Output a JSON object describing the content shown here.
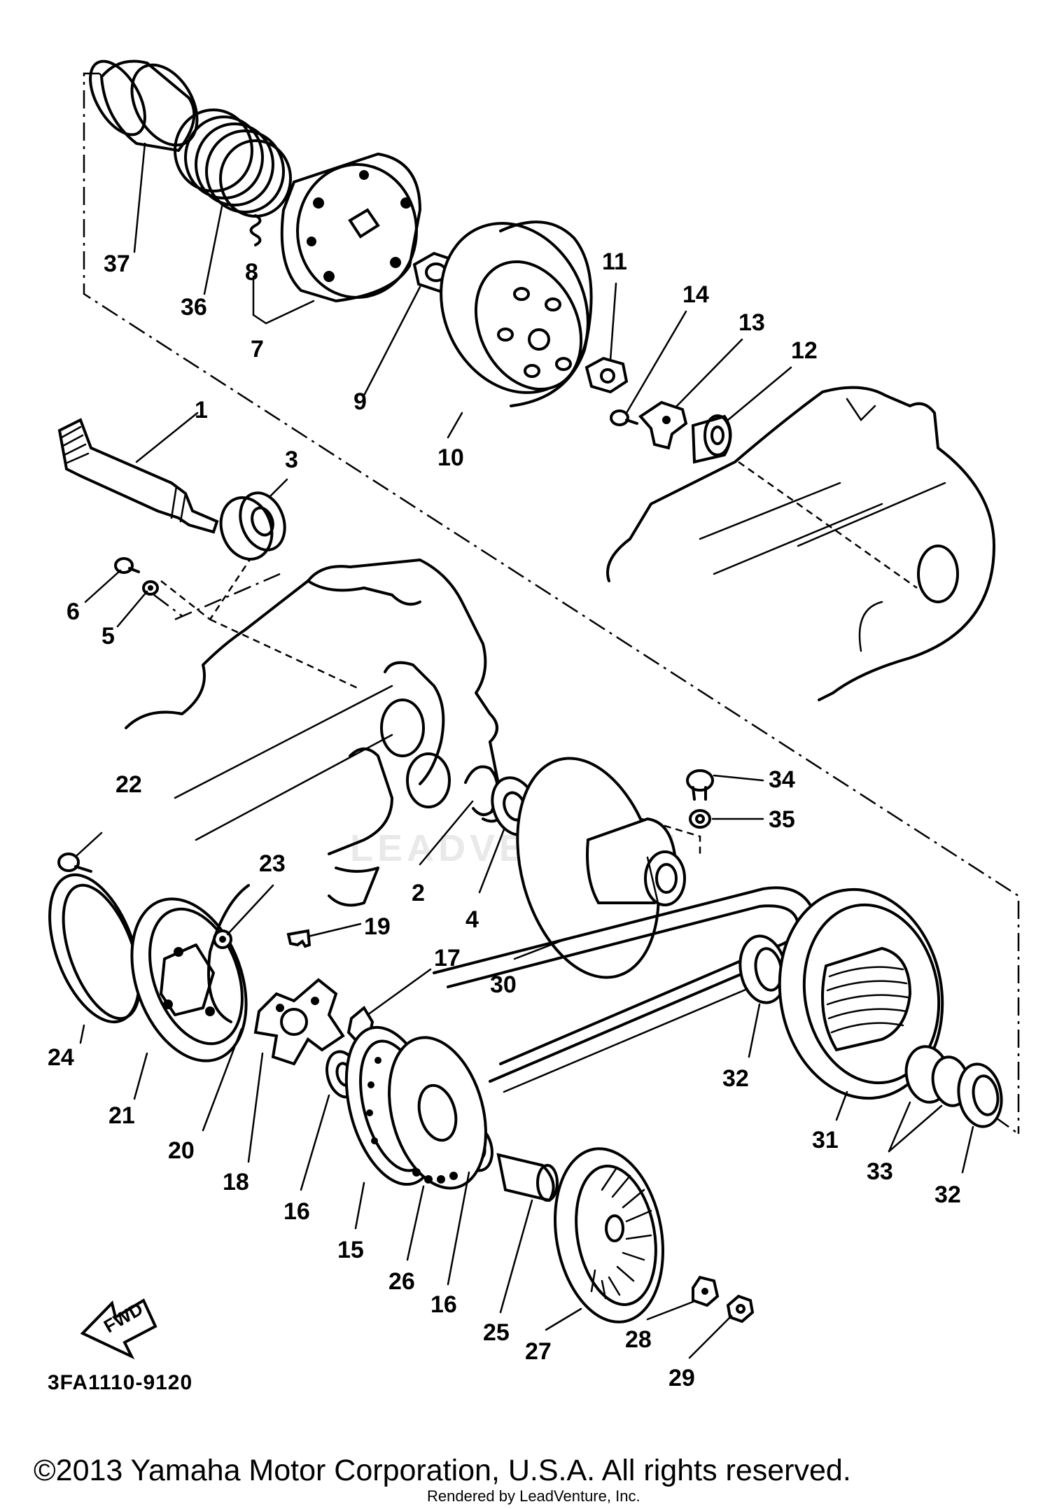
{
  "diagram_code": "3FA1110-9120",
  "copyright": "©2013 Yamaha Motor Corporation, U.S.A. All rights reserved.",
  "rendered_by": "Rendered by LeadVenture, Inc.",
  "watermark": "LEADVENTURE",
  "fwd_label": "FWD",
  "callouts": {
    "c1": "1",
    "c2": "2",
    "c3": "3",
    "c4": "4",
    "c5": "5",
    "c6": "6",
    "c7": "7",
    "c8": "8",
    "c9": "9",
    "c10": "10",
    "c11": "11",
    "c12": "12",
    "c13": "13",
    "c14": "14",
    "c15": "15",
    "c16a": "16",
    "c16b": "16",
    "c17": "17",
    "c18": "18",
    "c19": "19",
    "c20": "20",
    "c21": "21",
    "c22": "22",
    "c23": "23",
    "c24": "24",
    "c25": "25",
    "c26": "26",
    "c27": "27",
    "c28": "28",
    "c29": "29",
    "c30": "30",
    "c31": "31",
    "c32a": "32",
    "c32b": "32",
    "c33": "33",
    "c34": "34",
    "c35": "35",
    "c36": "36",
    "c37": "37"
  }
}
